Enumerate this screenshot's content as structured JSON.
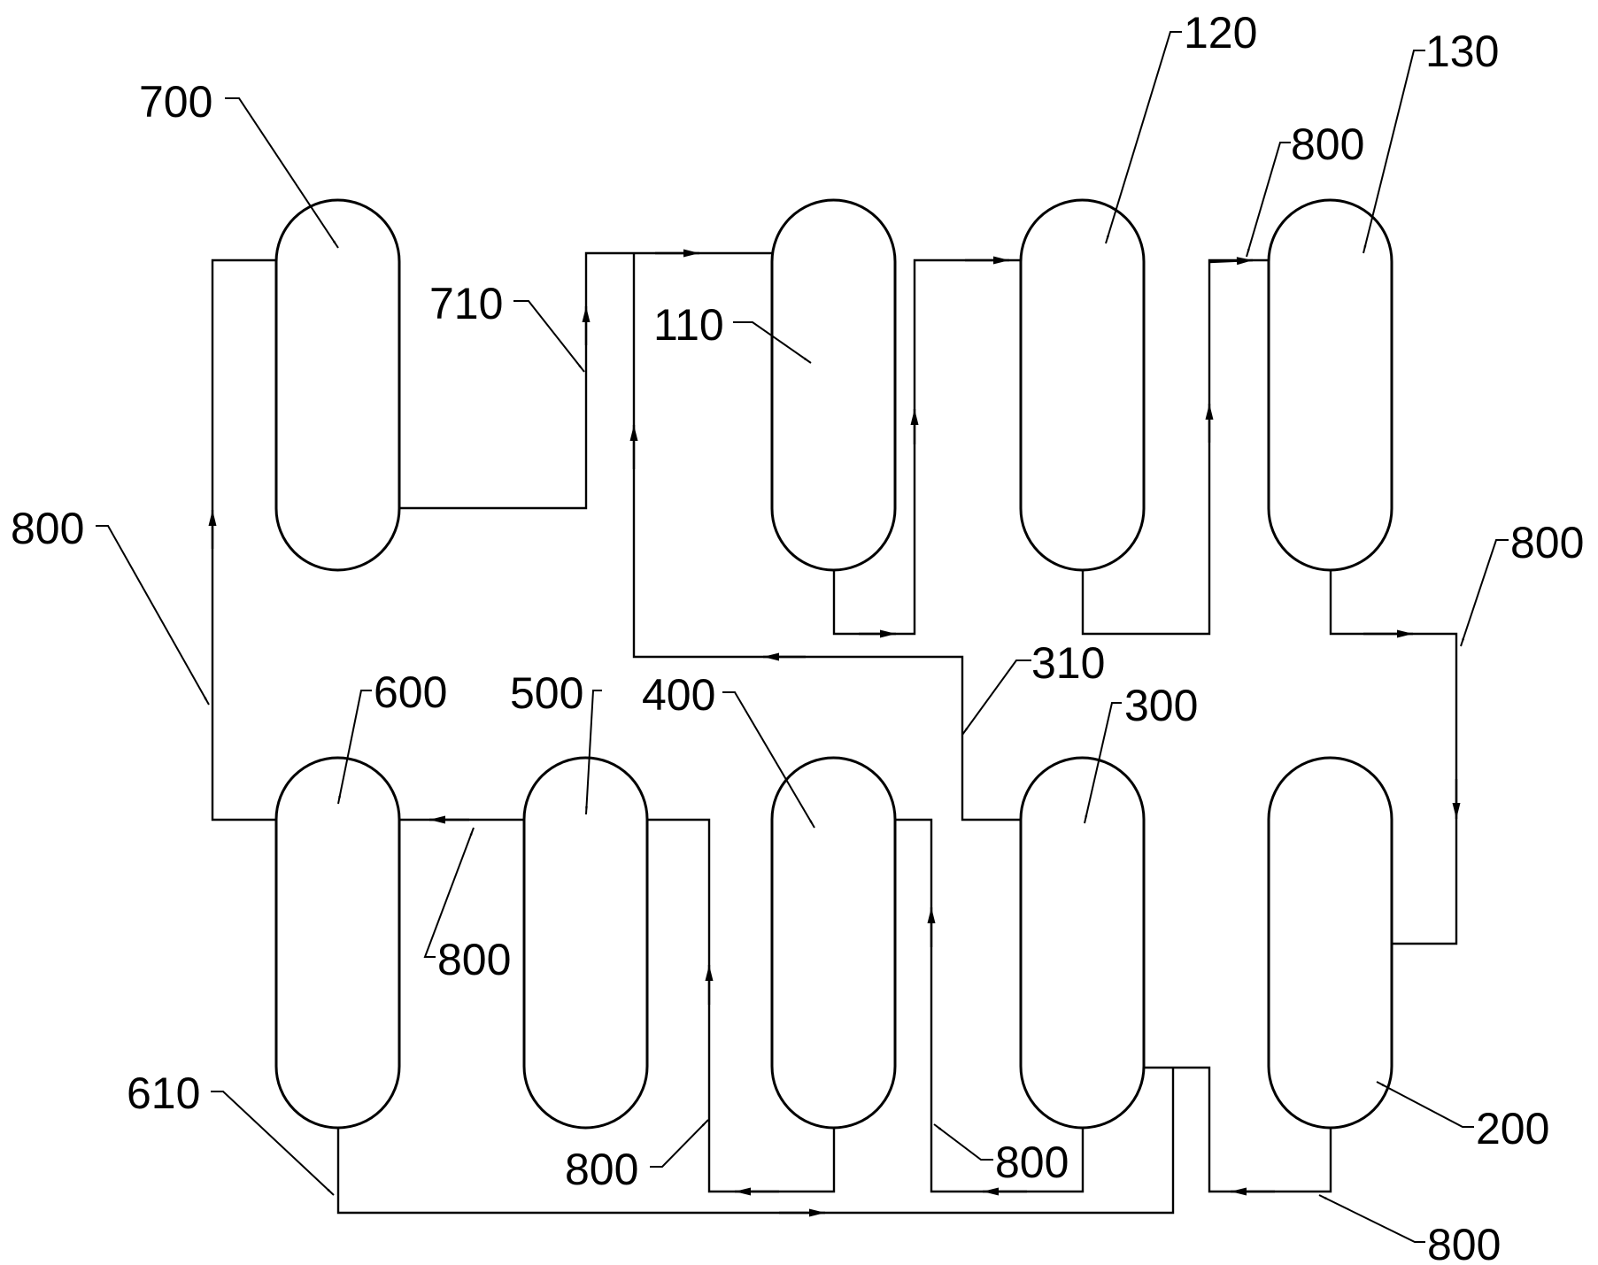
{
  "diagram": {
    "labels": {
      "l700": "700",
      "l120": "120",
      "l130": "130",
      "l800_top": "800",
      "l710": "710",
      "l110": "110",
      "l800_left": "800",
      "l800_right": "800",
      "l600": "600",
      "l500": "500",
      "l400": "400",
      "l310": "310",
      "l300": "300",
      "l800_mid": "800",
      "l610": "610",
      "l200": "200",
      "l800_b1": "800",
      "l800_b2": "800",
      "l800_b3": "800"
    }
  }
}
